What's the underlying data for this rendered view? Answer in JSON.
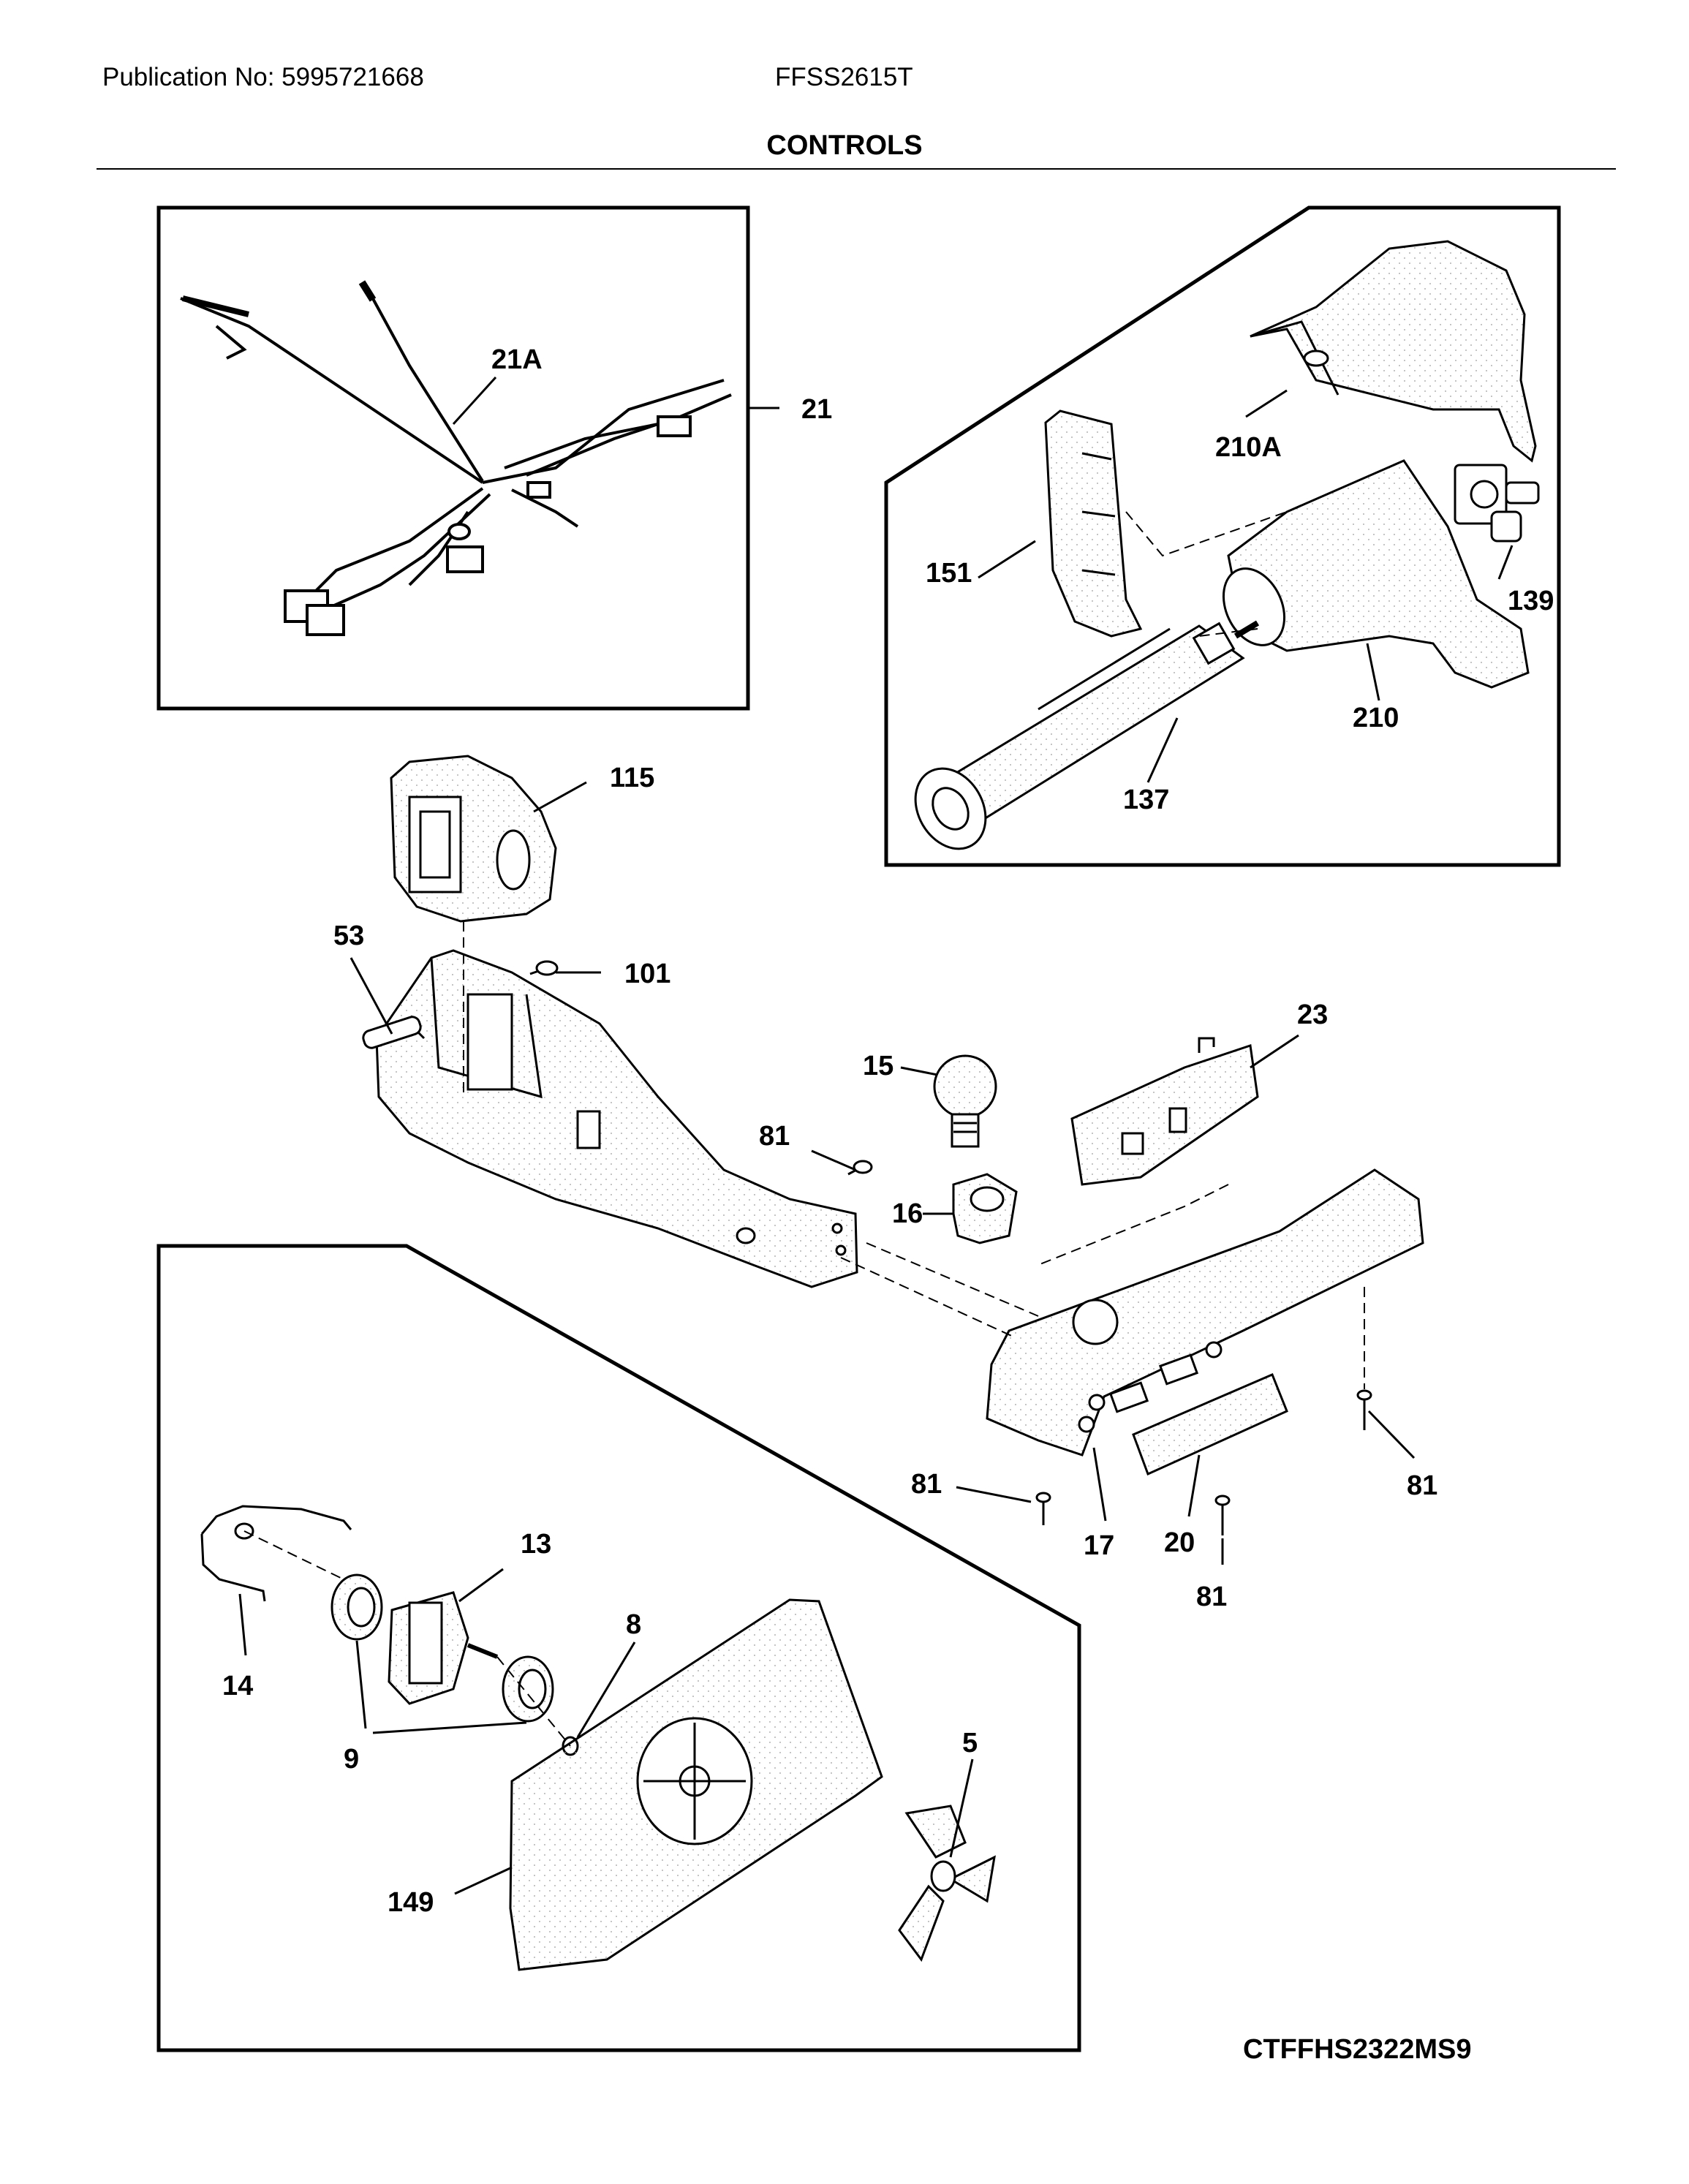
{
  "header": {
    "publication": "Publication No: 5995721668",
    "model": "FFSS2615T",
    "title": "CONTROLS"
  },
  "footer": {
    "diagram_code": "CTFFHS2322MS9"
  },
  "callouts": {
    "c21A": "21A",
    "c21": "21",
    "c210A": "210A",
    "c151": "151",
    "c139": "139",
    "c210": "210",
    "c137": "137",
    "c115": "115",
    "c53": "53",
    "c101": "101",
    "c23": "23",
    "c15": "15",
    "c81a": "81",
    "c16": "16",
    "c81b": "81",
    "c81c": "81",
    "c17": "17",
    "c20": "20",
    "c81d": "81",
    "c13": "13",
    "c8": "8",
    "c14": "14",
    "c9": "9",
    "c5": "5",
    "c149": "149"
  }
}
